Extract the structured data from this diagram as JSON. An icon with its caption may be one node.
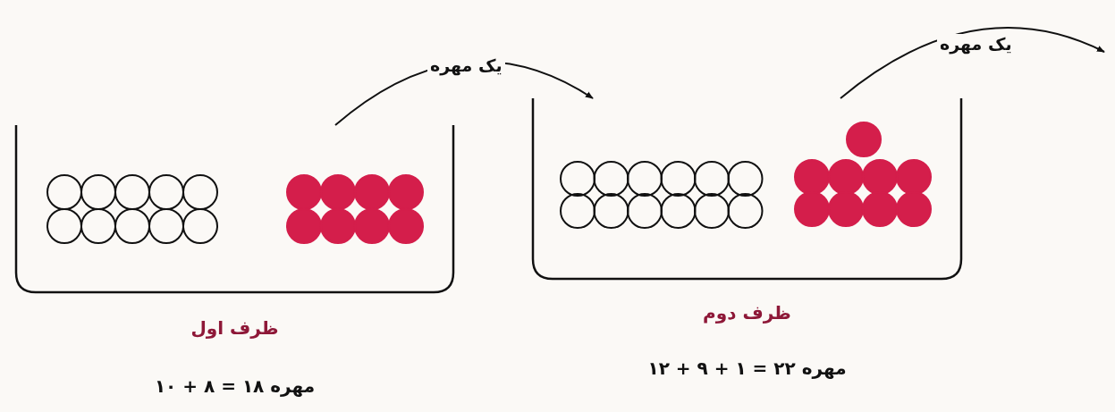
{
  "diagram": {
    "nodes": [
      {
        "text": [
          "ظرف اول"
        ],
        "beside": [
          "مهره ۱۸ = ۸ + ۱۰"
        ]
      },
      {
        "text": [
          "ظرف دوم"
        ],
        "beside": [
          "مهره ۲۲ = ۱ + ۹ + ۱۲"
        ]
      }
    ],
    "edges": [
      {
        "from": 0,
        "to": 1,
        "arrow": "to",
        "label": "یک مهره"
      },
      {
        "from": 1,
        "to": null,
        "arrow": "to",
        "label": "یک مهره"
      }
    ]
  }
}
